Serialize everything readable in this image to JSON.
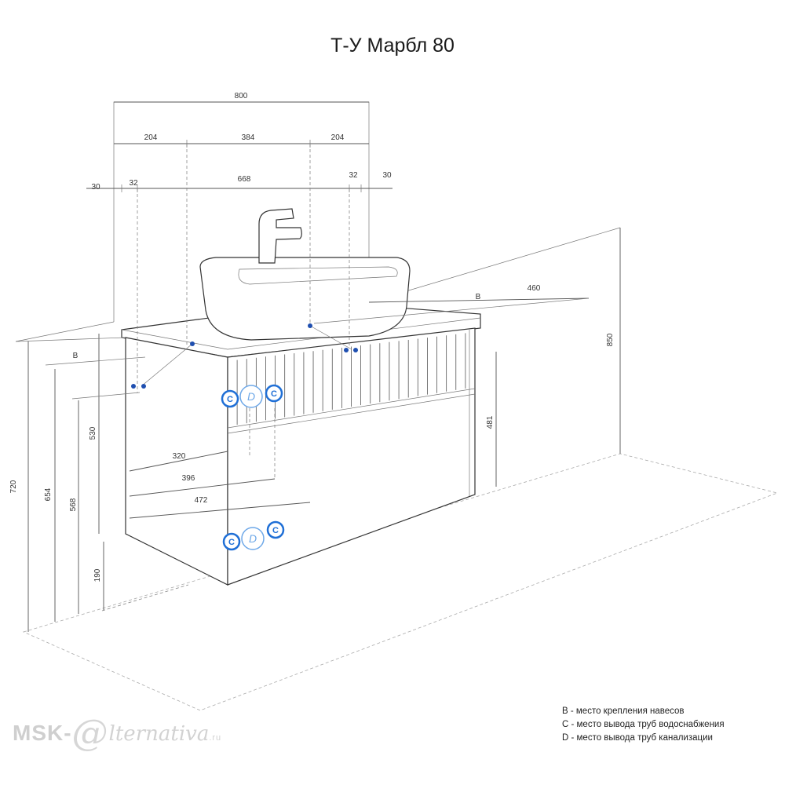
{
  "title": "Т-У Марбл 80",
  "dimensions": {
    "width_total": "800",
    "split_left": "204",
    "split_mid": "384",
    "split_right": "204",
    "edge_left": "30",
    "inner_left": "32",
    "span_between": "668",
    "inner_right": "32",
    "edge_right": "30",
    "depth": "460",
    "height_total": "850",
    "drain_height": "481",
    "side_720": "720",
    "side_654": "654",
    "side_568": "568",
    "side_530": "530",
    "side_190": "190",
    "off_320": "320",
    "off_396": "396",
    "off_472": "472"
  },
  "markers": {
    "b_label_right": "B",
    "b_label_left": "B",
    "c_label": "C",
    "d_label": "D"
  },
  "legend": [
    "B - место крепления навесов",
    "C - место вывода труб водоснабжения",
    "D - место вывода труб канализации"
  ],
  "watermark": {
    "prefix": "MSK-",
    "at": "@",
    "rest": "lternativa",
    "domain": ".ru"
  },
  "colors": {
    "marker_blue": "#1f6fd6",
    "point_blue": "#1f4fb0"
  }
}
